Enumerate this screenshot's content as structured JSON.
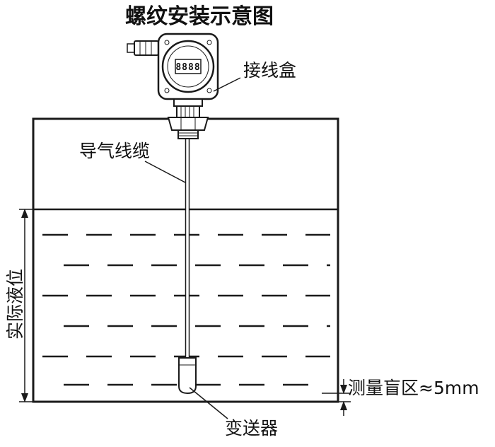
{
  "title": "螺纹安装示意图",
  "device": {
    "display_value": "8888"
  },
  "labels": {
    "junction_box": "接线盒",
    "air_cable": "导气线缆",
    "actual_level": "实际液位",
    "transmitter": "变送器",
    "blind_zone": "测量盲区≈5mm"
  },
  "colors": {
    "line": "#1a1a1a",
    "background": "#ffffff",
    "text": "#111111"
  }
}
